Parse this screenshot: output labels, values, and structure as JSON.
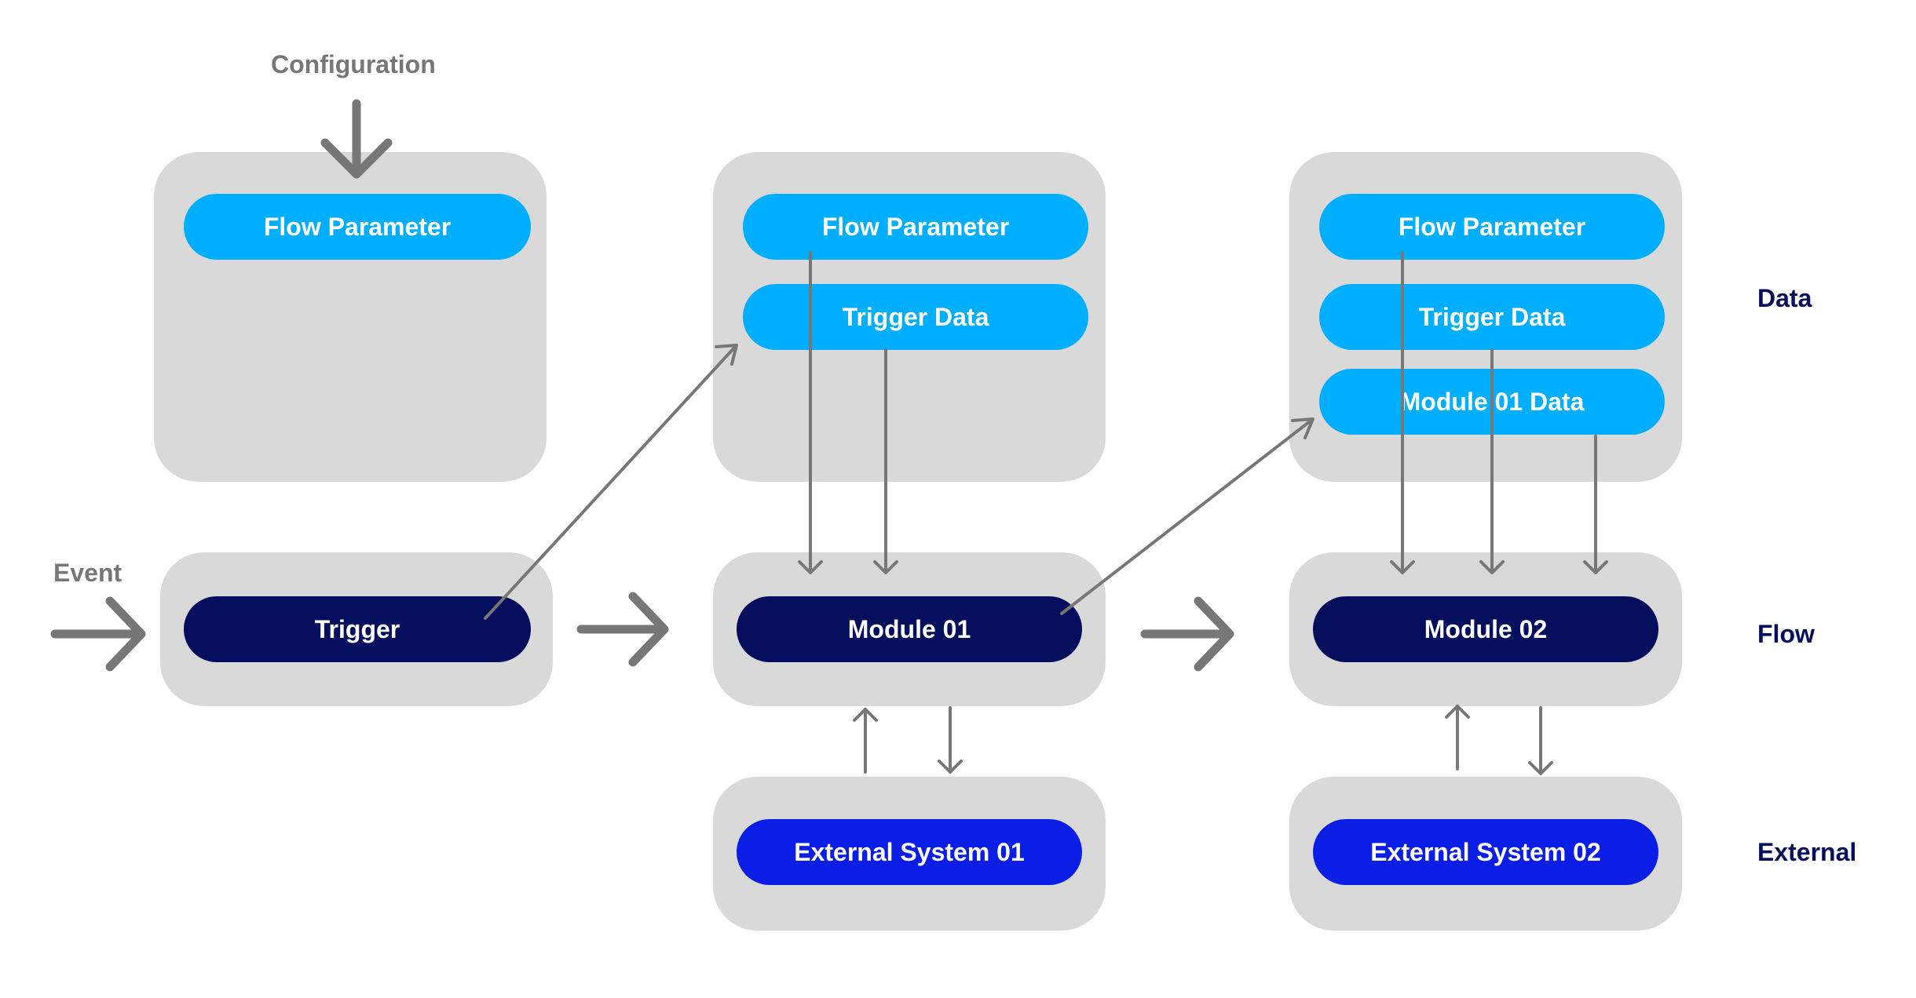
{
  "labels": {
    "configuration": "Configuration",
    "event": "Event",
    "data": "Data",
    "flow": "Flow",
    "external": "External"
  },
  "column1": {
    "flow_parameter": "Flow Parameter",
    "trigger": "Trigger"
  },
  "column2": {
    "flow_parameter": "Flow Parameter",
    "trigger_data": "Trigger Data",
    "module": "Module 01",
    "external_system": "External System 01"
  },
  "column3": {
    "flow_parameter": "Flow Parameter",
    "trigger_data": "Trigger Data",
    "module01_data": "Module 01 Data",
    "module": "Module 02",
    "external_system": "External System 02"
  },
  "colors": {
    "panel": "#d9d9d9",
    "data_pill": "#00aeff",
    "flow_pill": "#040e5c",
    "external_pill": "#0a1ee6",
    "arrow": "#777777",
    "row_label": "#040e5c"
  }
}
